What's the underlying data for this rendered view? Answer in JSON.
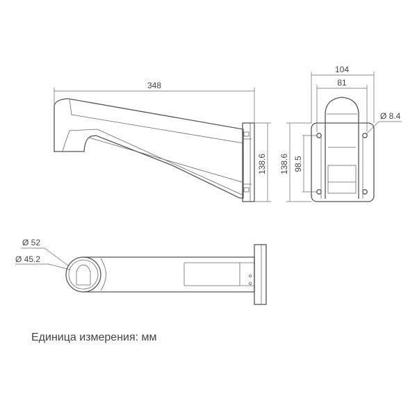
{
  "dimensions": {
    "length": "348",
    "side_height": "138.6",
    "plate_width": "104",
    "plate_inner_width": "81",
    "hole_diameter": "Ø 8.4",
    "plate_height": "138.6",
    "hole_spacing": "98.5",
    "outer_diameter": "Ø 52",
    "inner_diameter": "Ø 45.2"
  },
  "unit_note": "Единица измерения: мм"
}
